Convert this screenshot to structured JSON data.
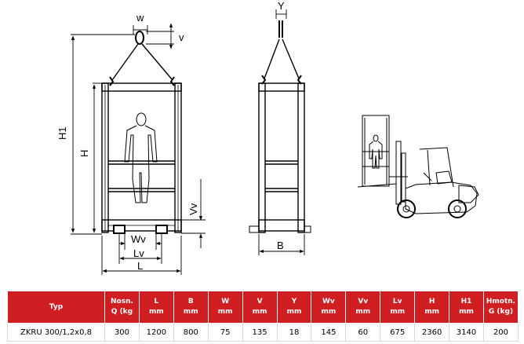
{
  "labels": {
    "w": "w",
    "v": "v",
    "y": "Y",
    "h1": "H1",
    "h": "H",
    "vv": "Vv",
    "wv": "Wv",
    "lv": "Lv",
    "l": "L",
    "b": "B"
  },
  "table": {
    "headers": [
      [
        "Typ"
      ],
      [
        "Nosn.",
        "Q (kg"
      ],
      [
        "L",
        "mm"
      ],
      [
        "B",
        "mm"
      ],
      [
        "W",
        "mm"
      ],
      [
        "V",
        "mm"
      ],
      [
        "Y",
        "mm"
      ],
      [
        "Wv",
        "mm"
      ],
      [
        "Vv",
        "mm"
      ],
      [
        "Lv",
        "mm"
      ],
      [
        "H",
        "mm"
      ],
      [
        "H1",
        "mm"
      ],
      [
        "Hmotn.",
        "G (kg)"
      ]
    ],
    "rows": [
      [
        "ZKRU 300/1,2x0,8",
        "300",
        "1200",
        "800",
        "75",
        "135",
        "18",
        "145",
        "60",
        "675",
        "2360",
        "3140",
        "200"
      ]
    ]
  },
  "colors": {
    "header_bg": "#cf1f23",
    "header_text": "#ffffff"
  }
}
